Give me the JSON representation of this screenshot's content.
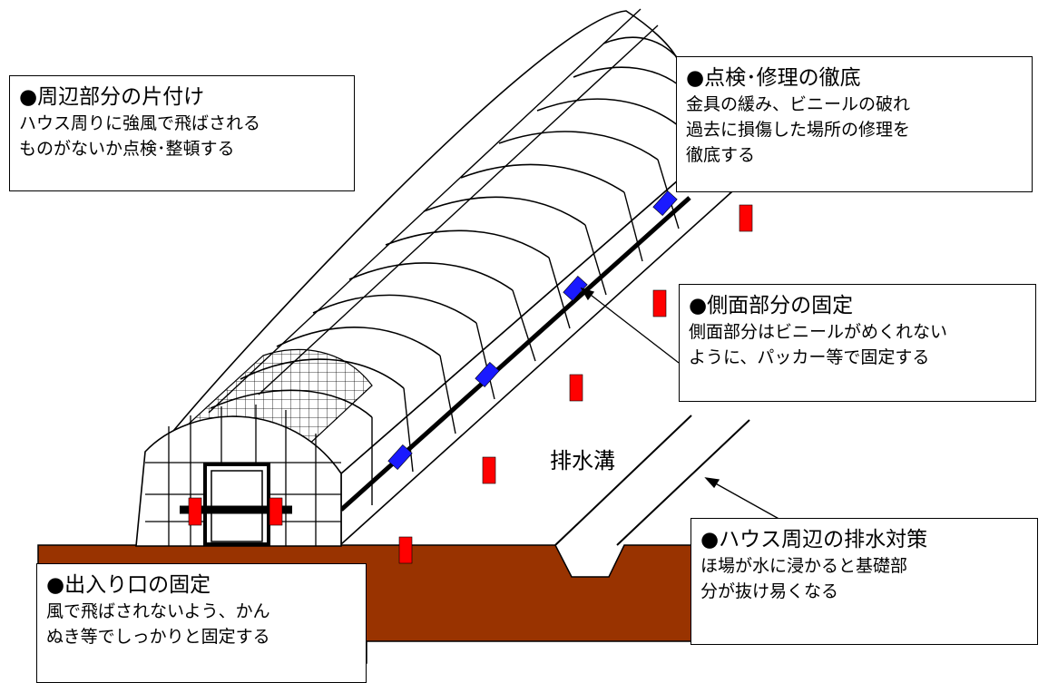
{
  "callouts": {
    "surroundings": {
      "title": "●周辺部分の片付け",
      "body": "ハウス周りに強風で飛ばされる\nものがないか点検･整頓する"
    },
    "inspection": {
      "title": "●点検･修理の徹底",
      "body": "金具の緩み、ビニールの破れ\n過去に損傷した場所の修理を\n徹底する"
    },
    "side": {
      "title": "●側面部分の固定",
      "body": "側面部分はビニールがめくれない\nように、パッカー等で固定する"
    },
    "drainage": {
      "title": "●ハウス周辺の排水対策",
      "body": "ほ場が水に浸かると基礎部\n分が抜け易くなる"
    },
    "entrance": {
      "title": "●出入り口の固定",
      "body": "風で飛ばされないよう、かん\nぬき等でしっかりと固定する"
    }
  },
  "labels": {
    "drainage_trench": "排水溝"
  },
  "colors": {
    "ground": "#993300",
    "anchor": "#ff0000",
    "clip": "#1a1aff",
    "line": "#000000",
    "background": "#ffffff"
  }
}
